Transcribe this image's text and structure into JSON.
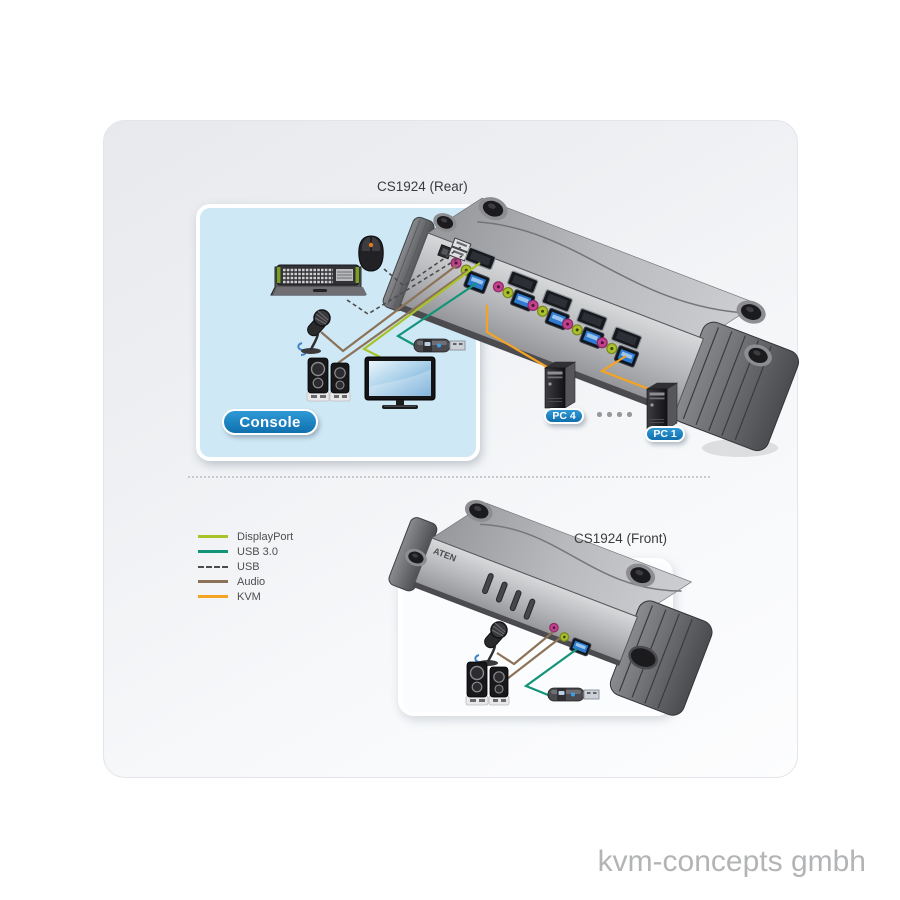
{
  "labels": {
    "rear_device": "CS1924 (Rear)",
    "front_device": "CS1924 (Front)",
    "console_badge": "Console",
    "pc4_badge": "PC 4",
    "pc1_badge": "PC 1",
    "aten_logo": "ATEN"
  },
  "legend": {
    "items": [
      {
        "id": "displayport",
        "label": "DisplayPort",
        "color": "#a6c42a",
        "dashed": false
      },
      {
        "id": "usb3",
        "label": "USB 3.0",
        "color": "#129478",
        "dashed": false
      },
      {
        "id": "usb",
        "label": "USB",
        "color": "#4c4c4c",
        "dashed": true
      },
      {
        "id": "audio",
        "label": "Audio",
        "color": "#8c7257",
        "dashed": false
      },
      {
        "id": "kvm",
        "label": "KVM",
        "color": "#f4a322",
        "dashed": false
      }
    ]
  },
  "rear_section": {
    "ellipsis_dots": 4
  },
  "style": {
    "console_panel_bg": "#cfe8f6",
    "badge_fill_top": "#2f9ad6",
    "badge_fill_bottom": "#0f6fae",
    "badge_text_color": "#ffffff"
  },
  "footer": {
    "brand": "kvm-concepts gmbh"
  }
}
